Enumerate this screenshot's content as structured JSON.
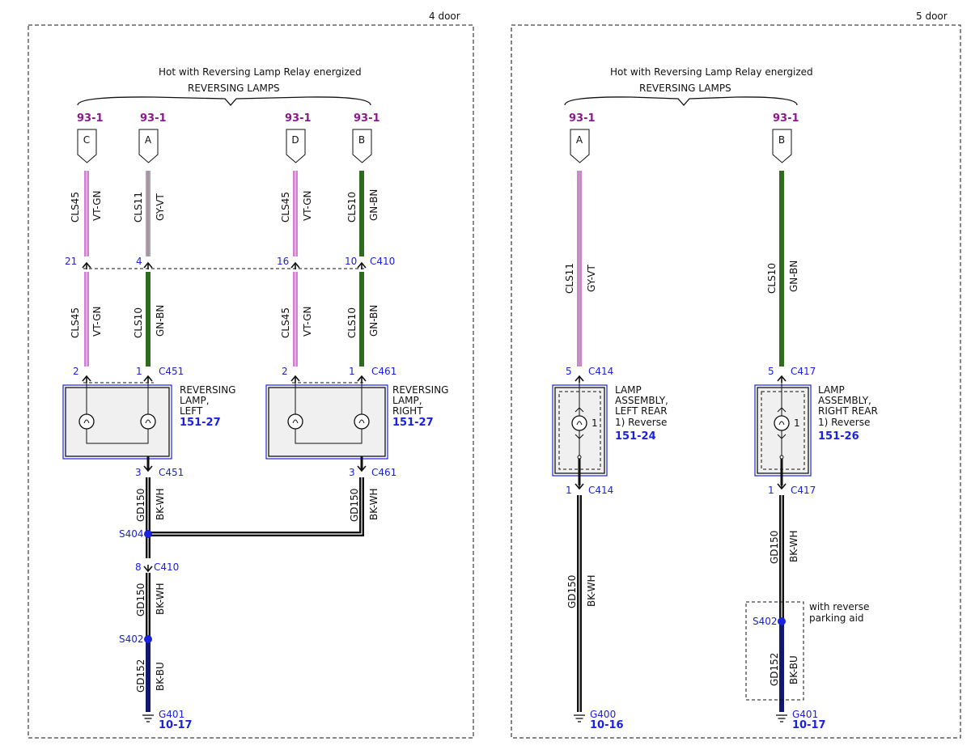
{
  "panels": [
    {
      "title": "4 door",
      "caption": "Hot with Reversing Lamp Relay energized",
      "group_label": "REVERSING LAMPS",
      "connector_refs": [
        "93-1",
        "93-1",
        "93-1",
        "93-1"
      ],
      "connector_pins": [
        "C",
        "A",
        "D",
        "B"
      ],
      "upper_wires": [
        {
          "circuit": "CLS45",
          "color": "VT-GN"
        },
        {
          "circuit": "CLS11",
          "color": "GY-VT"
        },
        {
          "circuit": "CLS45",
          "color": "VT-GN"
        },
        {
          "circuit": "CLS10",
          "color": "GN-BN"
        }
      ],
      "c410_pins": [
        "21",
        "4",
        "16",
        "10"
      ],
      "c410_name": "C410",
      "lower_wires": [
        {
          "circuit": "CLS45",
          "color": "VT-GN"
        },
        {
          "circuit": "CLS10",
          "color": "GN-BN"
        },
        {
          "circuit": "CLS45",
          "color": "VT-GN"
        },
        {
          "circuit": "CLS10",
          "color": "GN-BN"
        }
      ],
      "lamps": [
        {
          "top_pins": [
            "2",
            "1"
          ],
          "top_connector": "C451",
          "name_lines": [
            "REVERSING",
            "LAMP,",
            "LEFT"
          ],
          "ref": "151-27",
          "bottom_pin": "3",
          "bottom_connector": "C451"
        },
        {
          "top_pins": [
            "2",
            "1"
          ],
          "top_connector": "C461",
          "name_lines": [
            "REVERSING",
            "LAMP,",
            "RIGHT"
          ],
          "ref": "151-27",
          "bottom_pin": "3",
          "bottom_connector": "C461"
        }
      ],
      "ground_wires": [
        {
          "circuit": "GD150",
          "color": "BK-WH"
        },
        {
          "circuit": "GD150",
          "color": "BK-WH"
        },
        {
          "circuit": "GD150",
          "color": "BK-WH"
        },
        {
          "circuit": "GD152",
          "color": "BK-BU"
        }
      ],
      "splices": [
        "S404",
        "S402"
      ],
      "lower_connector": {
        "pin": "8",
        "name": "C410"
      },
      "ground": {
        "name": "G401",
        "ref": "10-17"
      }
    },
    {
      "title": "5 door",
      "caption": "Hot with Reversing Lamp Relay energized",
      "group_label": "REVERSING LAMPS",
      "connector_refs": [
        "93-1",
        "93-1"
      ],
      "connector_pins": [
        "A",
        "B"
      ],
      "wires": [
        {
          "circuit": "CLS11",
          "color": "GY-VT"
        },
        {
          "circuit": "CLS10",
          "color": "GN-BN"
        }
      ],
      "lamps": [
        {
          "top_pin": "5",
          "top_connector": "C414",
          "name_lines": [
            "LAMP",
            "ASSEMBLY,",
            "LEFT REAR",
            "1) Reverse"
          ],
          "ref": "151-24",
          "bulb_num": "1",
          "bottom_pin": "1",
          "bottom_connector": "C414"
        },
        {
          "top_pin": "5",
          "top_connector": "C417",
          "name_lines": [
            "LAMP",
            "ASSEMBLY,",
            "RIGHT REAR",
            "1) Reverse"
          ],
          "ref": "151-26",
          "bulb_num": "1",
          "bottom_pin": "1",
          "bottom_connector": "C417"
        }
      ],
      "ground_wires": [
        {
          "circuit": "GD150",
          "color": "BK-WH"
        },
        {
          "circuit": "GD150",
          "color": "BK-WH"
        },
        {
          "circuit": "GD152",
          "color": "BK-BU"
        }
      ],
      "option_lines": [
        "with reverse",
        "parking aid"
      ],
      "splice": "S402",
      "grounds": [
        {
          "name": "G400",
          "ref": "10-16"
        },
        {
          "name": "G401",
          "ref": "10-17"
        }
      ]
    }
  ],
  "colors": {
    "violet": "#d47ed4",
    "gray": "#a8a8a8",
    "green": "#2e6b1e",
    "black": "#111111",
    "blue_wire": "#12186e",
    "link_blue": "#1a22dd",
    "purple_ref": "#8b1a8b"
  }
}
